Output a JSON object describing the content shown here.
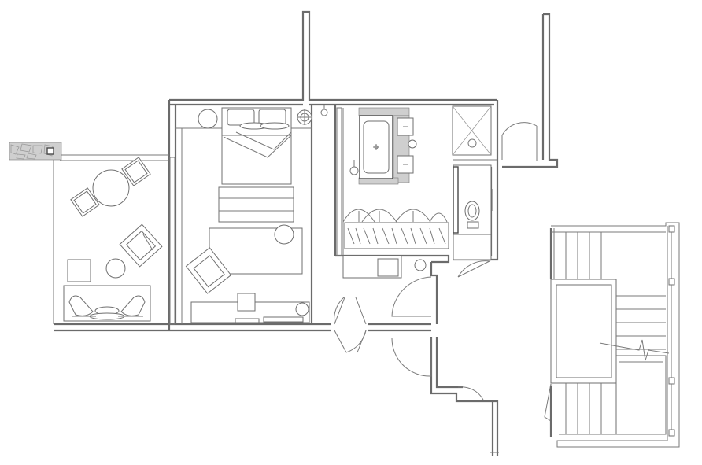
{
  "drawing": {
    "kind": "architectural floor plan",
    "text_labels": [],
    "colors": {
      "background": "#ffffff",
      "linework": "#6b6b6b",
      "accent_fill": "#cfcfcf"
    },
    "areas": [
      {
        "id": "terrace",
        "furniture": [
          "round-table",
          "chair",
          "chair",
          "armchair",
          "side-table",
          "coffee-table",
          "outdoor-sofa-with-chairs"
        ]
      },
      {
        "id": "bedroom",
        "furniture": [
          "double-bed",
          "nightstand",
          "nightstand",
          "bench",
          "desk",
          "armchair",
          "tv-console",
          "floor-lamp"
        ]
      },
      {
        "id": "bathroom",
        "furniture": [
          "bathtub",
          "double-vanity",
          "walk-in-wardrobe"
        ]
      },
      {
        "id": "shower",
        "furniture": [
          "shower"
        ]
      },
      {
        "id": "wc",
        "furniture": [
          "toilet"
        ]
      },
      {
        "id": "entry-corridor",
        "furniture": []
      },
      {
        "id": "stairwell",
        "furniture": [
          "stairs"
        ]
      }
    ]
  }
}
